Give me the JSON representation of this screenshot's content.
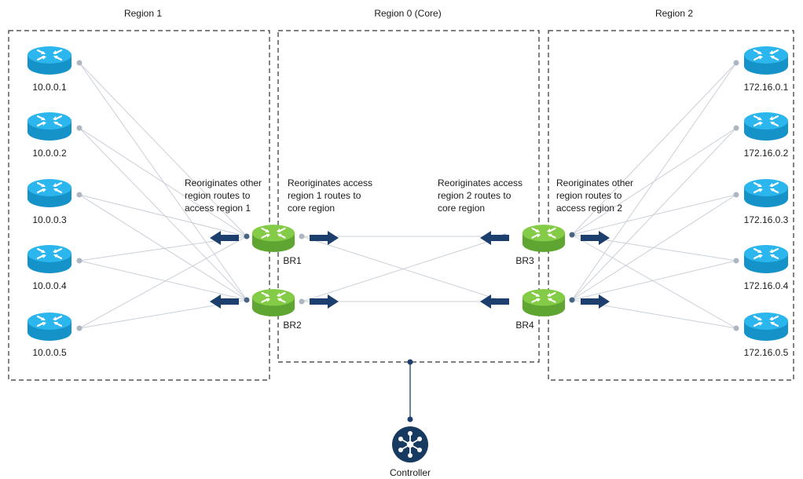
{
  "regions": [
    {
      "id": "region1",
      "label": "Region 1"
    },
    {
      "id": "region0",
      "label": "Region 0 (Core)"
    },
    {
      "id": "region2",
      "label": "Region 2"
    }
  ],
  "access_routers_left": [
    {
      "label": "10.0.0.1"
    },
    {
      "label": "10.0.0.2"
    },
    {
      "label": "10.0.0.3"
    },
    {
      "label": "10.0.0.4"
    },
    {
      "label": "10.0.0.5"
    }
  ],
  "access_routers_right": [
    {
      "label": "172.16.0.1"
    },
    {
      "label": "172.16.0.2"
    },
    {
      "label": "172.16.0.3"
    },
    {
      "label": "172.16.0.4"
    },
    {
      "label": "172.16.0.5"
    }
  ],
  "border_routers": [
    {
      "label": "BR1"
    },
    {
      "label": "BR2"
    },
    {
      "label": "BR3"
    },
    {
      "label": "BR4"
    }
  ],
  "annotations": [
    {
      "lines": [
        "Reoriginates other",
        "region routes to",
        "access region 1"
      ]
    },
    {
      "lines": [
        "Reoriginates access",
        "region 1 routes to",
        "core region"
      ]
    },
    {
      "lines": [
        "Reoriginates access",
        "region 2 routes to",
        "core region"
      ]
    },
    {
      "lines": [
        "Reoriginates other",
        "region  routes to",
        "access region 2"
      ]
    }
  ],
  "controller": {
    "label": "Controller"
  },
  "colors": {
    "access_router": "#1eaee8",
    "border_router": "#7cc142",
    "arrow": "#1d3f6e",
    "controller": "#173a60",
    "region_border": "#333333",
    "link": "#c9d0d8"
  }
}
